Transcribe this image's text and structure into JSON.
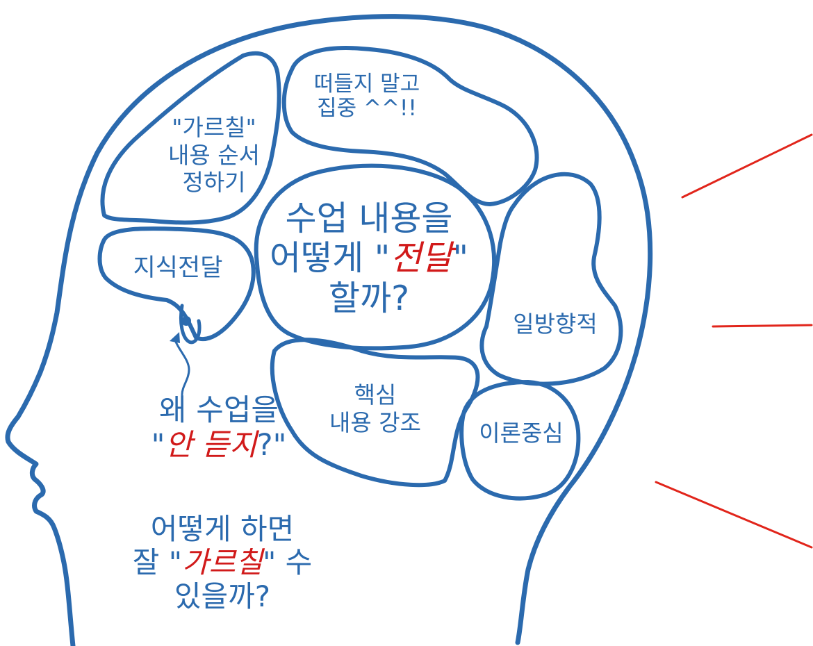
{
  "colors": {
    "outline": "#2B6AAE",
    "text": "#2B6AAE",
    "emphasis": "#D11A1A",
    "rays": "#E1251B",
    "background": "#FFFFFF"
  },
  "lobes": {
    "order": {
      "line1": "\"가르칠\"",
      "line2": "내용 순서",
      "line3": "정하기"
    },
    "focus": {
      "line1": "떠들지 말고",
      "line2": "집중 ^^!!"
    },
    "deliver": {
      "line1": "수업 내용을",
      "line2_pre": "어떻게 \"",
      "line2_em": "전달",
      "line2_post": "\"",
      "line3": "할까?"
    },
    "knowledge": {
      "text": "지식전달"
    },
    "oneway": {
      "text": "일방향적"
    },
    "keypoint": {
      "line1": "핵심",
      "line2": "내용 강조"
    },
    "theory": {
      "text": "이론중심"
    }
  },
  "face": {
    "why": {
      "line1": "왜 수업을",
      "line2_pre": "\"",
      "line2_em": "안 듣지",
      "line2_post": "?\""
    },
    "how": {
      "line1": "어떻게 하면",
      "line2_pre": "잘 \"",
      "line2_em": "가르칠",
      "line2_post": "\" 수",
      "line3": "있을까?"
    }
  }
}
